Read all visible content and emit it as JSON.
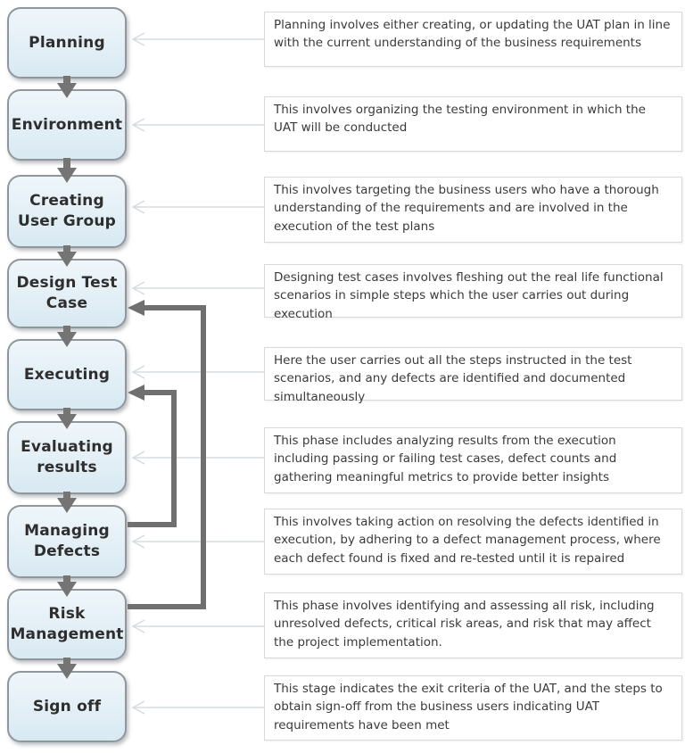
{
  "diagram_type": "flowchart",
  "subject": "UAT process stages",
  "stages": [
    {
      "label": "Planning",
      "description": "Planning involves either creating, or updating the UAT plan in line with the current understanding  of the business requirements"
    },
    {
      "label": "Environment",
      "description": "This involves organizing the testing environment in which the UAT will be conducted"
    },
    {
      "label": "Creating User Group",
      "description": "This involves targeting the business users  who have a thorough understanding of the requirements and are involved in the execution of the test plans"
    },
    {
      "label": "Design Test Case",
      "description": "Designing test cases involves fleshing out the real life functional scenarios in simple steps which the user carries out during execution"
    },
    {
      "label": "Executing",
      "description": "Here the user carries out all the steps instructed in the test scenarios, and any defects are identified and documented simultaneously"
    },
    {
      "label": "Evaluating results",
      "description": "This phase includes analyzing results from the execution including passing or failing test cases, defect counts and gathering meaningful metrics to provide better insights"
    },
    {
      "label": "Managing Defects",
      "description": "This involves taking action on resolving the defects identified in execution, by adhering to a defect management process, where each defect found is fixed and re-tested until it is repaired"
    },
    {
      "label": "Risk Management",
      "description": "This phase involves identifying and assessing all risk, including unresolved defects, critical risk areas, and risk that may affect the project implementation."
    },
    {
      "label": "Sign off",
      "description": "This stage indicates the exit criteria of the UAT, and the steps to obtain sign-off from the business users indicating UAT requirements have been met"
    }
  ],
  "flow": "Planning > Environment > Creating User Group > Design Test Case > Executing > Evaluating results > Managing Defects > Risk Management > Sign off",
  "feedback_arrows": [
    {
      "from": "Managing Defects",
      "to": "Executing"
    },
    {
      "from": "Risk Management",
      "to": "Design Test Case"
    }
  ],
  "colors": {
    "stage_fill_top": "#eff6fa",
    "stage_fill_bottom": "#d8e9f2",
    "stage_border": "#8f979d",
    "flow_arrow": "#757575",
    "feedback_arrow": "#6f6f6f",
    "connector_light": "#d5dbde",
    "desc_border": "#d9d9d9",
    "text": "#3a3a3a"
  }
}
